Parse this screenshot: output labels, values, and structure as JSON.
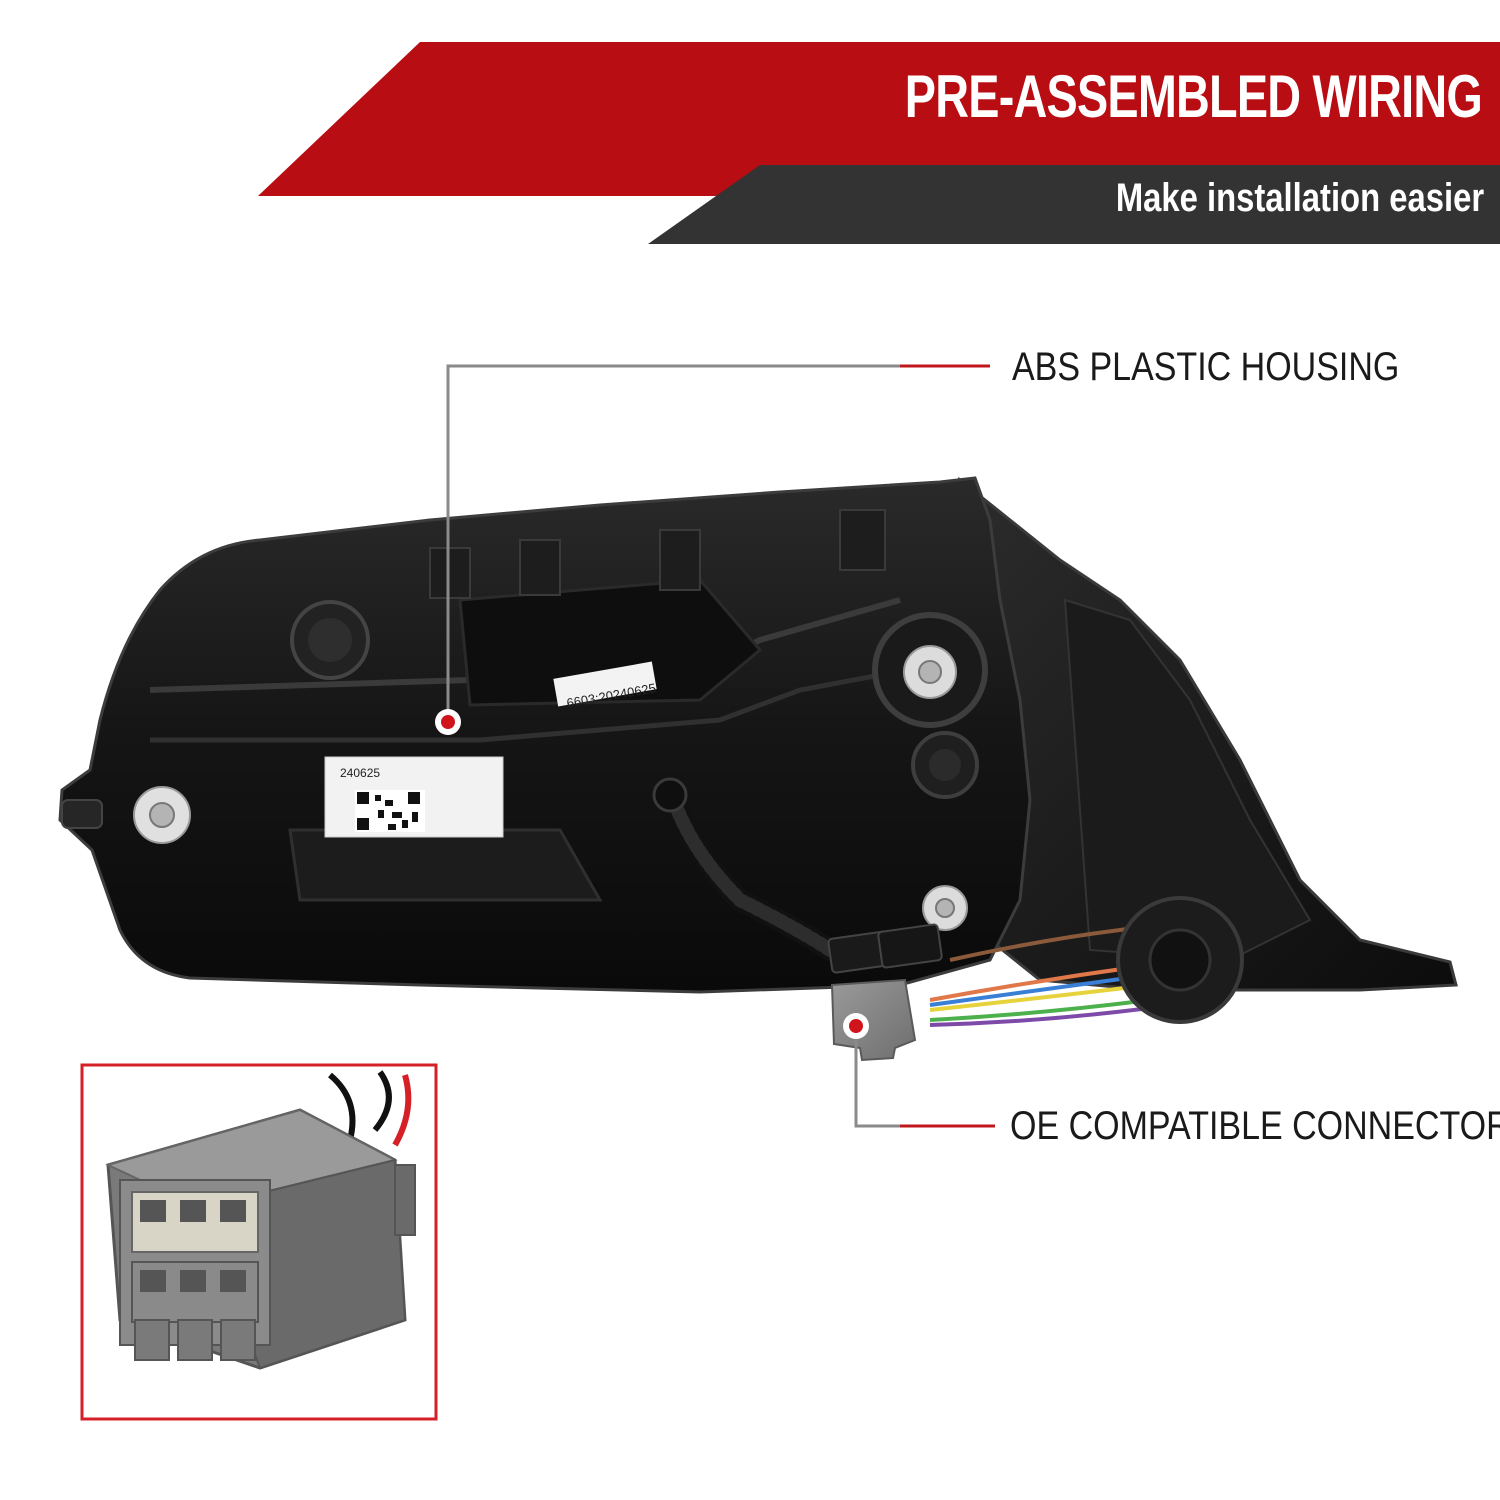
{
  "banner": {
    "title": "PRE-ASSEMBLED WIRING",
    "subtitle": "Make installation easier"
  },
  "callouts": {
    "housing": "ABS PLASTIC HOUSING",
    "connector": "OE COMPATIBLE CONNECTOR"
  },
  "stickers": {
    "date_code": "6603:20240625",
    "qr_label_code": "240625"
  },
  "colors": {
    "banner_red": "#b80d12",
    "banner_dark": "#333333",
    "callout_line_gray": "#8a8a8a",
    "callout_line_red": "#c0161c",
    "inset_border": "#d42026"
  }
}
